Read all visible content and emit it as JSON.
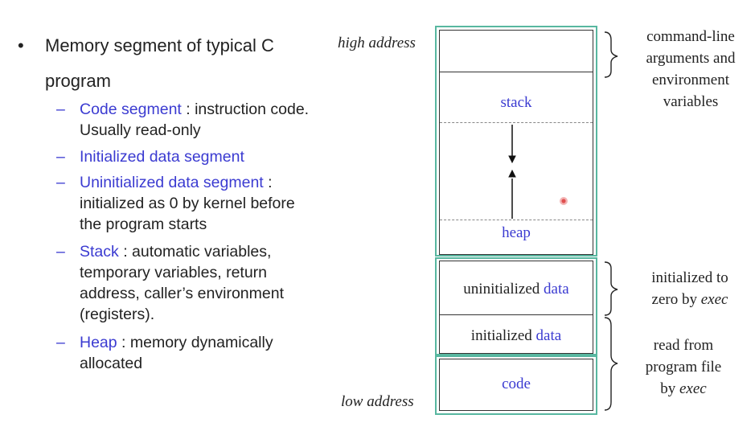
{
  "slide": {
    "main_bullet": {
      "symbol": "•",
      "text": "Memory segment of typical C program"
    },
    "sub_items": [
      {
        "term": "Code segment",
        "desc": " : instruction code. Usually read-only"
      },
      {
        "term": "Initialized data segment",
        "desc": ""
      },
      {
        "term": "Uninitialized data segment",
        "desc": " : initialized as 0 by kernel before the program starts"
      },
      {
        "term": "Stack",
        "desc": " : automatic variables, temporary variables, return address, caller’s environment (registers)."
      },
      {
        "term": "Heap",
        "desc": " : memory dynamically allocated"
      }
    ],
    "dash": "–"
  },
  "diagram": {
    "high_address": "high address",
    "low_address": "low address",
    "segments": {
      "stack": "stack",
      "heap": "heap",
      "uninit_prefix": "uninitialized ",
      "uninit_suffix": "data",
      "init_prefix": "initialized ",
      "init_suffix": "data",
      "code": "code"
    },
    "notes": {
      "args_line1": "command-line",
      "args_line2": "arguments and",
      "args_line3": "environment",
      "args_line4": "variables",
      "zero_line1": "initialized to",
      "zero_line2_prefix": "zero by ",
      "zero_line2_em": "exec",
      "read_line1": "read from",
      "read_line2": "program file",
      "read_line3_prefix": "by ",
      "read_line3_em": "exec"
    }
  },
  "colors": {
    "term_blue": "#3b3bd1",
    "frame_green": "#58b7a0",
    "pointer_red": "#e05050"
  }
}
